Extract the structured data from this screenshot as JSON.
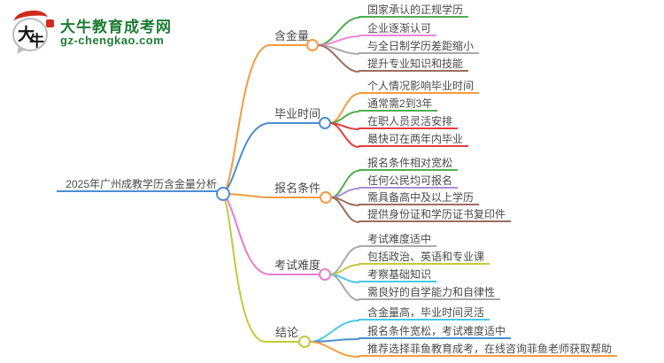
{
  "logo": {
    "icon_char_top": "大",
    "icon_char_bottom": "牛",
    "site_name": "大牛教育成考网",
    "site_url": "gz-chengkao.com",
    "brand_green": "#1d7c34",
    "accent_red": "#cf2a1b"
  },
  "central": {
    "label": "2025年广州成教学历含金量分析",
    "color": "#4a8fd0"
  },
  "branches": [
    {
      "label": "含金量",
      "color": "#f59b40",
      "leaves": [
        {
          "label": "国家承认的正规学历",
          "color": "#4fae4f"
        },
        {
          "label": "企业逐渐认可",
          "color": "#ee86d6"
        },
        {
          "label": "与全日制学历差距缩小",
          "color": "#a9a9a9"
        },
        {
          "label": "提升专业知识和技能",
          "color": "#9e6c5e"
        }
      ]
    },
    {
      "label": "毕业时间",
      "color": "#4a8fd0",
      "leaves": [
        {
          "label": "个人情况影响毕业时间",
          "color": "#f59b40"
        },
        {
          "label": "通常需2到3年",
          "color": "#4fae4f"
        },
        {
          "label": "在职人员灵活安排",
          "color": "#e23e3e"
        },
        {
          "label": "最快可在两年内毕业",
          "color": "#e23e3e"
        }
      ]
    },
    {
      "label": "报名条件",
      "color": "#f59b40",
      "leaves": [
        {
          "label": "报名条件相对宽松",
          "color": "#4fae4f"
        },
        {
          "label": "任何公民均可报名",
          "color": "#a98fd8"
        },
        {
          "label": "需具备高中及以上学历",
          "color": "#9e6c5e"
        },
        {
          "label": "提供身份证和学历证书复印件",
          "color": "#9e6c5e"
        }
      ]
    },
    {
      "label": "考试难度",
      "color": "#e87ccb",
      "leaves": [
        {
          "label": "考试难度适中",
          "color": "#a9a9a9"
        },
        {
          "label": "包括政治、英语和专业课",
          "color": "#c9c93b"
        },
        {
          "label": "考察基础知识",
          "color": "#4ac8e8"
        },
        {
          "label": "需良好的自学能力和自律性",
          "color": "#a9a9a9"
        }
      ]
    },
    {
      "label": "结论",
      "color": "#bfcb3b",
      "leaves": [
        {
          "label": "含金量高，毕业时间灵活",
          "color": "#4ac8e8"
        },
        {
          "label": "报名条件宽松，考试难度适中",
          "color": "#4a8fd0"
        },
        {
          "label": "推荐选择菲鱼教育成考，在线咨询菲鱼老师获取帮助",
          "color": "#f59b40"
        }
      ]
    }
  ]
}
